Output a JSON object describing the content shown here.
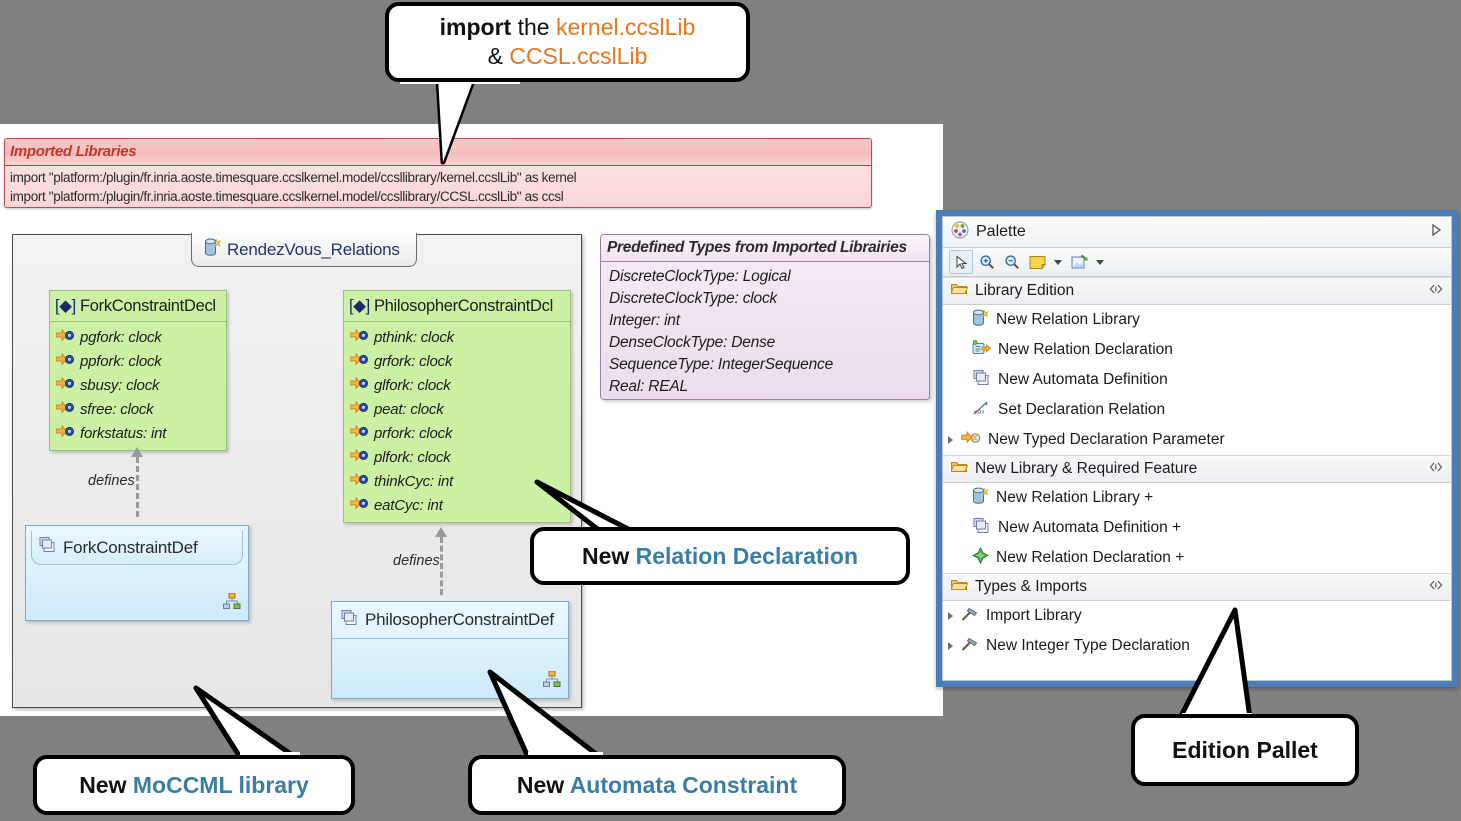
{
  "colors": {
    "background": "#808080",
    "palette_border": "#4a7ebb",
    "callout_accent": "#3b7ea3",
    "callout_orange": "#e8761e",
    "class_box_fill": "#ccf0a4",
    "def_box_fill": "#cfeaf9",
    "imported_libs_accent": "#c0392b",
    "predefined_types_fill": "#f3e7f3"
  },
  "imported_libraries": {
    "header": "Imported Libraries",
    "lines": [
      "import \"platform:/plugin/fr.inria.aoste.timesquare.ccslkernel.model/ccsllibrary/kernel.ccslLib\" as kernel",
      "import \"platform:/plugin/fr.inria.aoste.timesquare.ccslkernel.model/ccsllibrary/CCSL.ccslLib\" as ccsl"
    ]
  },
  "diagram": {
    "tab_label": "RendezVous_Relations",
    "tab_icon": "library-icon",
    "fork_decl": {
      "stereotype": "[◆]",
      "title": "ForkConstraintDecl",
      "attributes": [
        "pgfork: clock",
        "ppfork: clock",
        "sbusy: clock",
        "sfree: clock",
        "forkstatus: int"
      ]
    },
    "philosopher_decl": {
      "stereotype": "[◆]",
      "title": "PhilosopherConstraintDcl",
      "attributes": [
        "pthink: clock",
        "grfork: clock",
        "glfork: clock",
        "peat: clock",
        "prfork: clock",
        "plfork: clock",
        "thinkCyc: int",
        "eatCyc: int"
      ]
    },
    "fork_def": {
      "title": "ForkConstraintDef",
      "icon": "automata-icon",
      "corner_icon": "hierarchy-icon"
    },
    "philosopher_def": {
      "title": "PhilosopherConstraintDef",
      "icon": "automata-icon",
      "corner_icon": "hierarchy-icon"
    },
    "relation_label_1": "defines",
    "relation_label_2": "defines"
  },
  "predefined_types": {
    "header": "Predefined Types from Imported Librairies",
    "rows": [
      "DiscreteClockType: Logical",
      "DiscreteClockType: clock",
      "Integer: int",
      "DenseClockType: Dense",
      "SequenceType: IntegerSequence",
      "Real: REAL"
    ]
  },
  "palette": {
    "title": "Palette",
    "collapse_icon": "chevron-right-icon",
    "title_icon": "palette-icon",
    "toolbar": [
      {
        "name": "select-tool",
        "icon": "cursor-arrow-icon",
        "selected": true
      },
      {
        "name": "zoom-in-tool",
        "icon": "magnifier-plus-icon",
        "selected": false
      },
      {
        "name": "zoom-out-tool",
        "icon": "magnifier-minus-icon",
        "selected": false
      },
      {
        "name": "note-tool",
        "icon": "note-icon",
        "selected": false,
        "has_caret": true
      },
      {
        "name": "attach-note-tool",
        "icon": "note-attachment-icon",
        "selected": false,
        "has_caret": true
      }
    ],
    "sections": [
      {
        "label": "Library Edition",
        "icon": "open-folder-icon",
        "pin_icon": "pin-icon",
        "items": [
          {
            "label": "New Relation Library",
            "icon": "library-icon",
            "expandable": false
          },
          {
            "label": "New Relation Declaration",
            "icon": "relation-declaration-icon",
            "expandable": false
          },
          {
            "label": "New Automata Definition",
            "icon": "automata-icon",
            "expandable": false
          },
          {
            "label": "Set Declaration Relation",
            "icon": "set-relation-icon",
            "expandable": false
          },
          {
            "label": "New Typed Declaration Parameter",
            "icon": "typed-parameter-icon",
            "expandable": true
          }
        ]
      },
      {
        "label": "New Library & Required Feature",
        "icon": "open-folder-icon",
        "pin_icon": "pin-icon",
        "items": [
          {
            "label": "New Relation Library +",
            "icon": "library-icon",
            "expandable": false
          },
          {
            "label": "New Automata Definition +",
            "icon": "automata-icon",
            "expandable": false
          },
          {
            "label": "New Relation Declaration +",
            "icon": "green-diamond-icon",
            "expandable": false
          }
        ]
      },
      {
        "label": "Types & Imports",
        "icon": "open-folder-icon",
        "pin_icon": "pin-icon",
        "items": [
          {
            "label": "Import Library",
            "icon": "hammer-icon",
            "expandable": true
          },
          {
            "label": "New Integer Type Declaration",
            "icon": "hammer-icon",
            "expandable": true
          }
        ]
      }
    ]
  },
  "callouts": {
    "import": {
      "bold": "import",
      "plain": " the ",
      "lib1": "kernel.ccslLib",
      "amp": "& ",
      "lib2": "CCSL.ccslLib"
    },
    "relation_declaration": {
      "prefix": "New ",
      "accent": "Relation Declaration"
    },
    "moccml_library": {
      "prefix": "New ",
      "accent": "MoCCML library"
    },
    "automata_constraint": {
      "prefix": "New ",
      "accent": "Automata Constraint"
    },
    "edition_pallet": {
      "prefix": "Edition Pallet",
      "accent": ""
    }
  }
}
